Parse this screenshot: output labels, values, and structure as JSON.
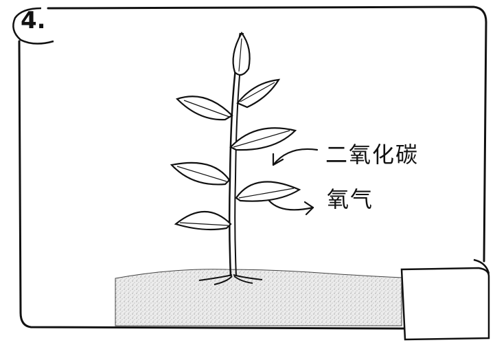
{
  "panel": {
    "number": "4."
  },
  "labels": {
    "carbon_dioxide": "二氧化碳",
    "oxygen": "氧气"
  },
  "colors": {
    "ink": "#111111",
    "soil": "#d9d9d9",
    "paper": "#ffffff"
  }
}
